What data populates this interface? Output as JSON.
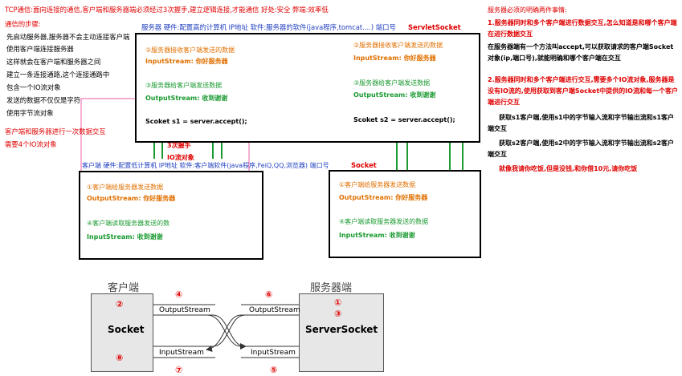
{
  "left_notes": {
    "title": "TCP通信:面向连接的通信,客户端和服务器端必须经过3次握手,建立逻辑连接,才能通信 好处:安全 弊端:效率低",
    "steps_heading": "通信的步骤:",
    "lines": [
      "先启动服务器,服务器不会主动连接客户端",
      "使用客户端连接服务器",
      "这样就会在客户端和服务器之间",
      "建立一条连接通路,这个连接通路中",
      "包含一个IO流对象",
      "发送的数据不仅仅是字符",
      "使用字节流对象"
    ],
    "client_server_note1": "客户端和服务器进行一次数据交互",
    "client_server_note2": "需要4个IO流对象"
  },
  "server_header": {
    "label": "服务器 硬件:配置高的计算机 IP地址   软件:服务器的软件(java程序,tomcat....) 端口号",
    "class_name": "ServletSocket"
  },
  "server_box": {
    "left": {
      "step2": "②服务器接收客户端发送的数据",
      "stream2": "InputStream: 你好服务器",
      "step3": "③服务器给客户端发送数据",
      "stream3": "OutputStream: 收到谢谢",
      "code": "Scoket s1 = server.accept();"
    },
    "right": {
      "step2": "②服务器接收客户端发送的数据",
      "stream2": "InputStream: 你好服务器",
      "step3": "③服务器给客户端发送数据",
      "stream3": "OutputStream: 收到谢谢",
      "code": "Scoket s2 = server.accept();"
    }
  },
  "handshake": {
    "line1": "3次握手",
    "line2": "IO流对象"
  },
  "client_header": {
    "label": "客户端 硬件:配置低计算机 IP地址 软件:客户端软件(java程序,FeiQ,QQ,浏览器) 端口号",
    "class_name": "Socket"
  },
  "client_box_left": {
    "step1": "①客户端给服务器发送数据",
    "stream1": "OutputStream: 你好服务器",
    "step4": "④客户端读取服务器发送的数",
    "stream4": "InputStream: 收到谢谢"
  },
  "client_box_right": {
    "step1": "①客户端给服务器发送数据",
    "stream1": "OutputStream: 你好服务器",
    "step4": "④客户端读取服务器发送的数据",
    "stream4": "InputStream: 收到谢谢"
  },
  "right_notes": {
    "heading": "服务器必须的明确两件事情:",
    "p1": "1.服务器同时和多个客户端进行数据交互,怎么知道是和哪个客户端在进行数据交互",
    "p1b": "在服务器端有一个方法叫accept,可以获取请求的客户端Socket对象(ip,端口号),就能明确和哪个客户端在交互",
    "p2": "2.服务器同时和多个客户端进行交互,需要多个IO流对象,服务器是没有IO流的,使用获取到客户端Socket中提供的IO流和每一个客户端进行交互",
    "p3": "获取s1客户端,使用s1中的字节输入流和字节输出流和s1客户端交互",
    "p4": "获取s2客户端,使用s2中的字节输入流和字节输出流和s2客户端交互",
    "p5": "就像我请你吃饭,但是没钱,和你借10元,请你吃饭"
  },
  "bottom_diagram": {
    "client_title": "客户端",
    "server_title": "服务器端",
    "client_box": "Socket",
    "server_box": "ServerSocket",
    "out_left": "OutputStream",
    "in_left": "InputStream",
    "out_right": "OutputStream",
    "in_right": "InputStream",
    "n1": "①",
    "n2": "②",
    "n3": "③",
    "n4": "④",
    "n5": "⑤",
    "n6": "⑥",
    "n7": "⑦",
    "n8": "⑧"
  },
  "colors": {
    "red": "#e00000",
    "blue": "#1f3fbf",
    "orange": "#e07000",
    "green": "#1a9a30",
    "pink": "#f27ab6"
  }
}
